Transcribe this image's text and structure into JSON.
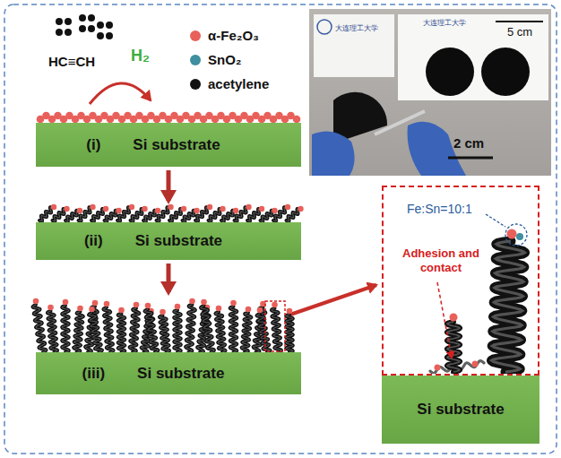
{
  "diagram": {
    "nodes": [
      {
        "text": [
          "(i)",
          "Si substrate"
        ]
      },
      {
        "text": [
          "(ii)",
          "Si substrate"
        ]
      },
      {
        "text": [
          "(iii)",
          "Si substrate"
        ]
      },
      {
        "text": [
          "Fe:Sn=10:1",
          "Adhesion and contact"
        ]
      },
      {
        "text": [
          "Si substrate"
        ]
      }
    ],
    "edges": [
      {
        "from": 0,
        "to": 1,
        "arrow": "to"
      },
      {
        "from": 1,
        "to": 2,
        "arrow": "to"
      }
    ],
    "labels": [
      "HC≡CH",
      "H₂",
      "大连理工大学",
      "大连理工大学",
      "5 cm",
      "2 cm"
    ],
    "legend": [
      {
        "text": "α-Fe₂O₃",
        "color": "#e8605a"
      },
      {
        "text": "SnO₂",
        "color": "#3e8fa0"
      },
      {
        "text": "acetylene",
        "color": "#111111"
      }
    ]
  }
}
